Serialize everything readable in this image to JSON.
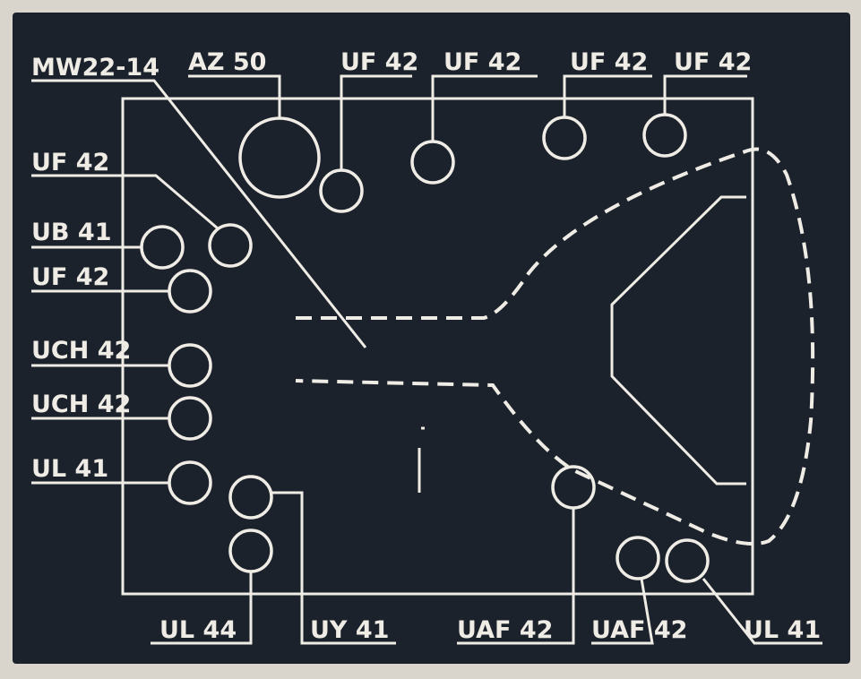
{
  "labels": {
    "crt": "MW22-14",
    "rectifier": "AZ 50",
    "uf42_top_1": "UF 42",
    "uf42_top_2": "UF 42",
    "uf42_top_3": "UF 42",
    "uf42_top_4": "UF 42",
    "uf42_left_1": "UF 42",
    "ub41": "UB 41",
    "uf42_left_2": "UF 42",
    "uch42_1": "UCH 42",
    "uch42_2": "UCH 42",
    "ul41_left": "UL 41",
    "ul44": "UL 44",
    "uy41": "UY 41",
    "uaf42_1": "UAF 42",
    "uaf42_2": "UAF 42",
    "ul41_bottom": "UL 41"
  },
  "colors": {
    "background": "#1c222b",
    "ink": "#efece6",
    "paper": "#d9d4cc"
  }
}
